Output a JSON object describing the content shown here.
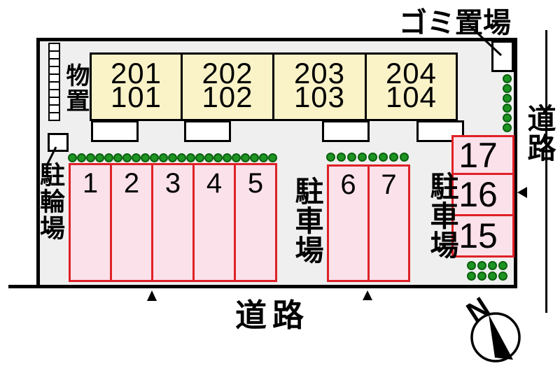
{
  "labels": {
    "garbage_area": "ゴミ置場",
    "storage": "物置",
    "bicycle_parking": "駐輪場",
    "parking_lot_center": "駐車場",
    "parking_lot_right": "駐車場",
    "road_right": "道路",
    "road_bottom": "道路",
    "compass_north": "N"
  },
  "buildings": [
    {
      "upper_unit": "201",
      "lower_unit": "101"
    },
    {
      "upper_unit": "202",
      "lower_unit": "102"
    },
    {
      "upper_unit": "203",
      "lower_unit": "103"
    },
    {
      "upper_unit": "204",
      "lower_unit": "104"
    }
  ],
  "parking_spaces": {
    "main_row": [
      "1",
      "2",
      "3",
      "4",
      "5"
    ],
    "middle_pair": [
      "6",
      "7"
    ],
    "right_column": [
      "17",
      "16",
      "15"
    ]
  },
  "counts": {
    "storage_units": 10,
    "hedge_row_main": 23,
    "hedge_row_middle": 8,
    "hedge_column_right": 6,
    "hedge_cluster_row": 4
  },
  "colors": {
    "site_fill": "#EFEFEF",
    "building_fill": "#FAF3C8",
    "parking_fill": "#FBE1EA",
    "parking_border": "#DF2127",
    "tree_green": "#1E9423",
    "tree_green_dark": "#0B610F",
    "line_black": "#000000"
  }
}
